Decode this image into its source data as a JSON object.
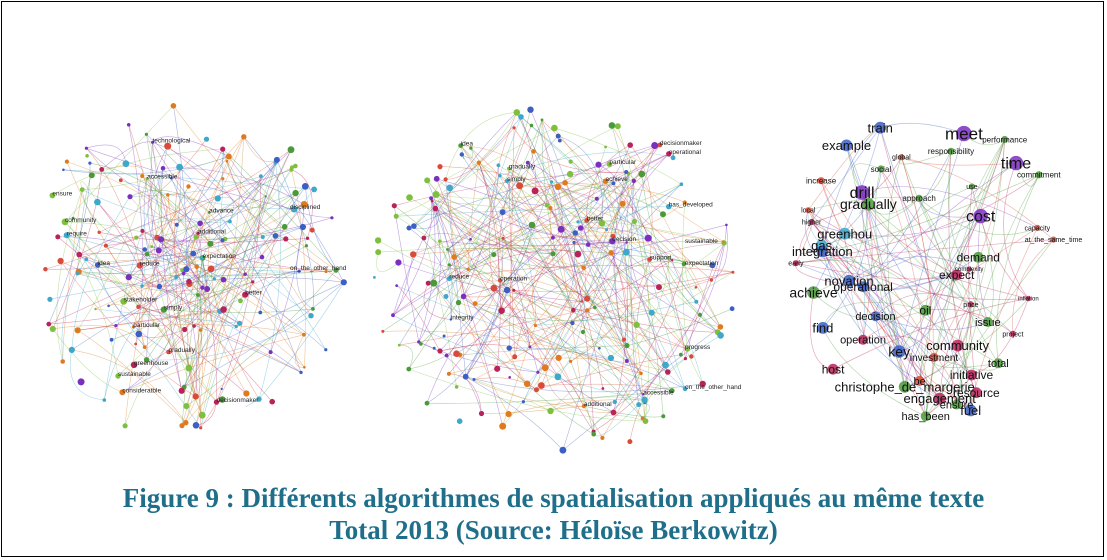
{
  "figure": {
    "caption_line1": "Figure 9 : Différents algorithmes de spatialisation appliqués au même texte",
    "caption_line2": "Total 2013 (Source: Héloïse Berkowitz)"
  },
  "colors": {
    "caption": "#1f6f8b",
    "communities": [
      "#7b2fbf",
      "#3b5fc4",
      "#4a9a3a",
      "#d94a3a",
      "#b8235a",
      "#3fa7c9",
      "#e07a20",
      "#7fbf3f"
    ]
  },
  "graph_left": {
    "labels": [
      "on_the_other_hand",
      "decisionmaker",
      "consideratble",
      "require",
      "advance",
      "technological",
      "accessible",
      "additional",
      "disciplined",
      "ensure",
      "particular",
      "simply",
      "stakeholder",
      "community",
      "better",
      "idea",
      "expectation",
      "sustainable",
      "reduce",
      "gradually",
      "greenhouse"
    ]
  },
  "graph_middle": {
    "labels": [
      "decisionmaker",
      "on_the_other_hand",
      "integrity",
      "achieve",
      "accessible",
      "additional",
      "particular",
      "simply",
      "operational",
      "decision",
      "expectation",
      "sustainable",
      "better",
      "idea",
      "has_developed",
      "reduce",
      "gradually",
      "operation",
      "support",
      "progress"
    ]
  },
  "graph_right": {
    "labels": [
      {
        "text": "train",
        "color": "#3b5fc4",
        "size": 13
      },
      {
        "text": "meet",
        "color": "#7b2fbf",
        "size": 17
      },
      {
        "text": "performance",
        "color": "#4a9a3a",
        "size": 8
      },
      {
        "text": "example",
        "color": "#3b5fc4",
        "size": 13
      },
      {
        "text": "responsibility",
        "color": "#4a9a3a",
        "size": 8
      },
      {
        "text": "global",
        "color": "#d94a3a",
        "size": 7
      },
      {
        "text": "time",
        "color": "#7b2fbf",
        "size": 16
      },
      {
        "text": "social",
        "color": "#4a9a3a",
        "size": 8
      },
      {
        "text": "commitment",
        "color": "#4a9a3a",
        "size": 8
      },
      {
        "text": "increase",
        "color": "#d94a3a",
        "size": 8
      },
      {
        "text": "use",
        "color": "#4a9a3a",
        "size": 7
      },
      {
        "text": "drill",
        "color": "#7b2fbf",
        "size": 16
      },
      {
        "text": "approach",
        "color": "#4a9a3a",
        "size": 8
      },
      {
        "text": "gradually",
        "color": "#4a9a3a",
        "size": 14
      },
      {
        "text": "local",
        "color": "#d94a3a",
        "size": 7
      },
      {
        "text": "cost",
        "color": "#7b2fbf",
        "size": 16
      },
      {
        "text": "higher",
        "color": "#b8235a",
        "size": 7
      },
      {
        "text": "capacity",
        "color": "#d94a3a",
        "size": 7
      },
      {
        "text": "greenhou",
        "color": "#3fa7c9",
        "size": 13
      },
      {
        "text": "at_the_same_time",
        "color": "#d94a3a",
        "size": 7
      },
      {
        "text": "gas",
        "color": "#3fa7c9",
        "size": 13
      },
      {
        "text": "integration",
        "color": "#3b5fc4",
        "size": 13
      },
      {
        "text": "demand",
        "color": "#4a9a3a",
        "size": 12
      },
      {
        "text": "early",
        "color": "#b8235a",
        "size": 7
      },
      {
        "text": "complexity",
        "color": "#b8235a",
        "size": 6
      },
      {
        "text": "expect",
        "color": "#b8235a",
        "size": 12
      },
      {
        "text": "novation",
        "color": "#3b5fc4",
        "size": 13
      },
      {
        "text": "operational",
        "color": "#3b5fc4",
        "size": 12
      },
      {
        "text": "achieve",
        "color": "#4a9a3a",
        "size": 14
      },
      {
        "text": "inflation",
        "color": "#b8235a",
        "size": 6
      },
      {
        "text": "price",
        "color": "#b8235a",
        "size": 7
      },
      {
        "text": "oil",
        "color": "#4a9a3a",
        "size": 12
      },
      {
        "text": "decision",
        "color": "#3b5fc4",
        "size": 11
      },
      {
        "text": "issue",
        "color": "#4a9a3a",
        "size": 11
      },
      {
        "text": "find",
        "color": "#3b5fc4",
        "size": 13
      },
      {
        "text": "project",
        "color": "#b8235a",
        "size": 7
      },
      {
        "text": "operation",
        "color": "#b8235a",
        "size": 11
      },
      {
        "text": "community",
        "color": "#b8235a",
        "size": 13
      },
      {
        "text": "key",
        "color": "#3b5fc4",
        "size": 14
      },
      {
        "text": "investment",
        "color": "#d94a3a",
        "size": 10
      },
      {
        "text": "total",
        "color": "#4a9a3a",
        "size": 11
      },
      {
        "text": "host",
        "color": "#b8235a",
        "size": 12
      },
      {
        "text": "initiative",
        "color": "#b8235a",
        "size": 12
      },
      {
        "text": "be",
        "color": "#d94a3a",
        "size": 11
      },
      {
        "text": "christophe_de_margerie",
        "color": "#4a9a3a",
        "size": 13
      },
      {
        "text": "resource",
        "color": "#b8235a",
        "size": 12
      },
      {
        "text": "engagement",
        "color": "#b8235a",
        "size": 13
      },
      {
        "text": "ensure",
        "color": "#4a9a3a",
        "size": 11
      },
      {
        "text": "fuel",
        "color": "#3b5fc4",
        "size": 13
      },
      {
        "text": "has_been",
        "color": "#4a9a3a",
        "size": 11
      }
    ]
  }
}
